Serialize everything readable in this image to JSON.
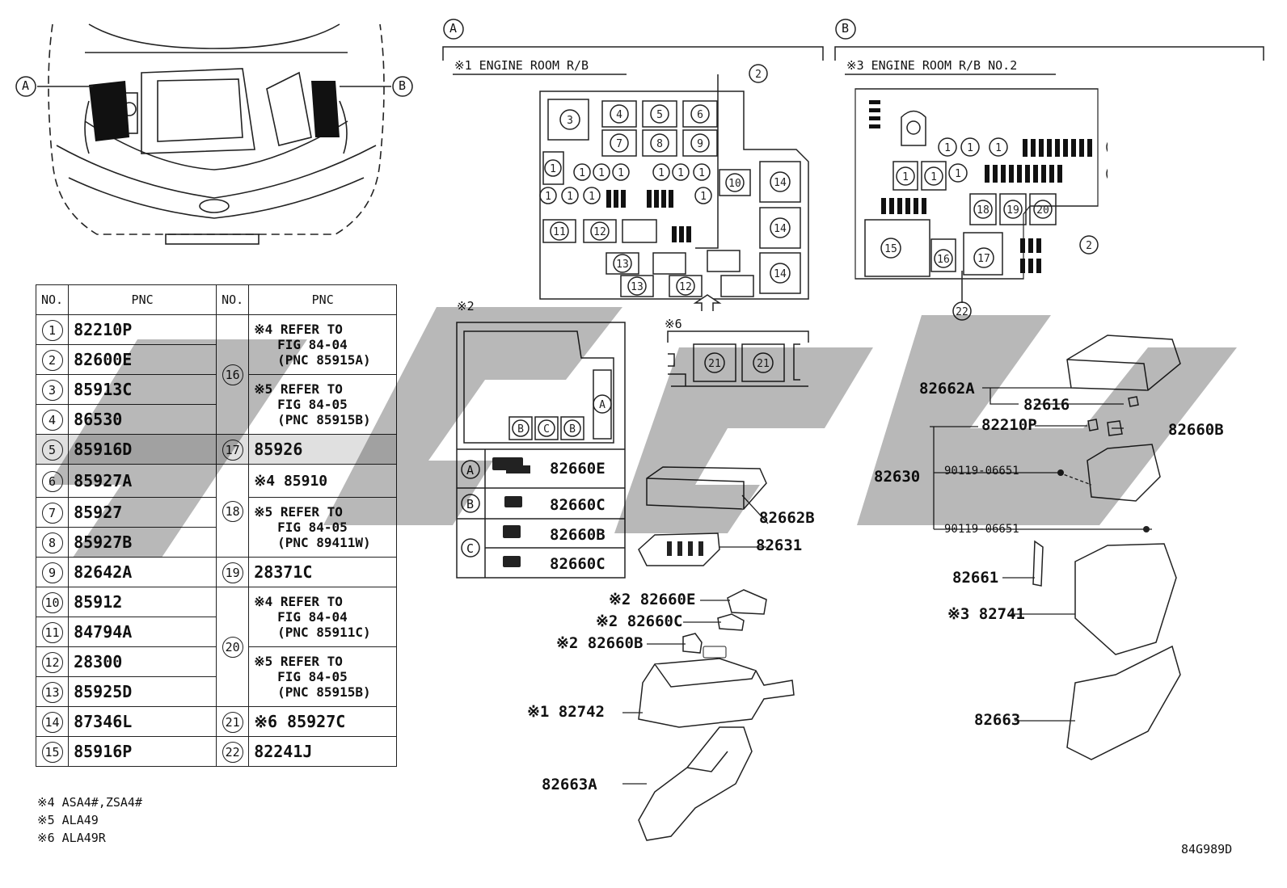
{
  "table": {
    "header": {
      "no": "NO.",
      "pnc": "PNC"
    },
    "left_rows": [
      {
        "no": "1",
        "pnc": "82210P"
      },
      {
        "no": "2",
        "pnc": "82600E"
      },
      {
        "no": "3",
        "pnc": "85913C"
      },
      {
        "no": "4",
        "pnc": "86530"
      },
      {
        "no": "5",
        "pnc": "85916D"
      },
      {
        "no": "6",
        "pnc": "85927A"
      },
      {
        "no": "7",
        "pnc": "85927"
      },
      {
        "no": "8",
        "pnc": "85927B"
      },
      {
        "no": "9",
        "pnc": "82642A"
      },
      {
        "no": "10",
        "pnc": "85912"
      },
      {
        "no": "11",
        "pnc": "84794A"
      },
      {
        "no": "12",
        "pnc": "28300"
      },
      {
        "no": "13",
        "pnc": "85925D"
      },
      {
        "no": "14",
        "pnc": "87346L"
      },
      {
        "no": "15",
        "pnc": "85916P"
      }
    ],
    "right_16": {
      "no": "16",
      "a": "※4 REFER TO\n   FIG 84-04\n   (PNC 85915A)",
      "b": "※5 REFER TO\n   FIG 84-05\n   (PNC 85915B)"
    },
    "right_17": {
      "no": "17",
      "pnc": "85926"
    },
    "right_18": {
      "no": "18",
      "a": "※4 85910",
      "b": "※5 REFER TO\n   FIG 84-05\n   (PNC 89411W)"
    },
    "right_19": {
      "no": "19",
      "pnc": "28371C"
    },
    "right_20": {
      "no": "20",
      "a": "※4 REFER TO\n   FIG 84-04\n   (PNC 85911C)",
      "b": "※5 REFER TO\n   FIG 84-05\n   (PNC 85915B)"
    },
    "right_21": {
      "no": "21",
      "pnc": "※6 85927C"
    },
    "right_22": {
      "no": "22",
      "pnc": "82241J"
    }
  },
  "footnotes": [
    "※4 ASA4#,ZSA4#",
    "※5 ALA49",
    "※6 ALA49R"
  ],
  "car_labels": {
    "a": "A",
    "b": "B"
  },
  "section_a": {
    "letter": "A",
    "title": "※1 ENGINE ROOM R/B"
  },
  "section_b": {
    "letter": "B",
    "title": "※3 ENGINE ROOM R/B NO.2"
  },
  "note2": "※2",
  "note6": "※6",
  "connectors": [
    {
      "key": "A",
      "pnc": "82660E"
    },
    {
      "key": "B",
      "pnc": "82660C"
    },
    {
      "key": "C",
      "pnc": "82660B"
    },
    {
      "key": "",
      "pnc": "82660C"
    }
  ],
  "parts_a": {
    "p82662B": "82662B",
    "p82631": "82631",
    "p82660E": "※2 82660E",
    "p82660C": "※2 82660C",
    "p82660B": "※2 82660B",
    "p82742": "※1 82742",
    "p82663A": "82663A"
  },
  "parts_b": {
    "p82662A": "82662A",
    "p82616": "82616",
    "p82210P": "82210P",
    "p82660B": "82660B",
    "p82630": "82630",
    "bolt1": "90119-06651",
    "bolt2": "90119-06651",
    "p82661": "82661",
    "p82741": "※3 82741",
    "p82663": "82663"
  },
  "figure_id": "84G989D"
}
